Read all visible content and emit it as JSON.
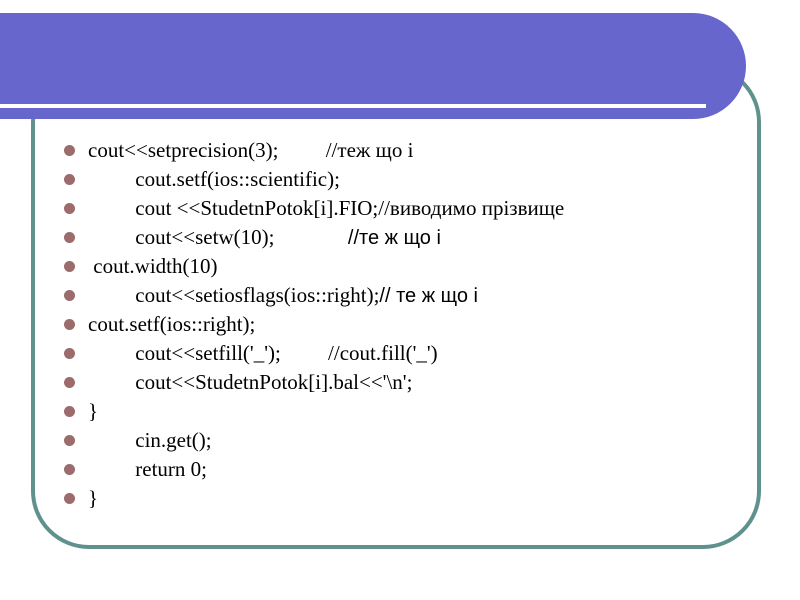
{
  "slide": {
    "type": "presentation-slide",
    "colors": {
      "header_band": "#6666cc",
      "header_underline": "#ffffff",
      "content_border": "#5f928d",
      "bullet": "#9c6b6b",
      "text": "#000000",
      "background": "#ffffff"
    },
    "code_lines": [
      {
        "code": "cout<<setprecision(3);         //теж що і"
      },
      {
        "code": "         cout.setf(ios::scientific);"
      },
      {
        "code": "         cout <<StudetnPotok[i].FIO;//виводимо прізвище"
      },
      {
        "code": "         cout<<setw(10);              ",
        "comment": "//те ж що і"
      },
      {
        "code": " cout.width(10)"
      },
      {
        "code": "         cout<<setiosflags(ios::right);",
        "comment": "// те ж що і"
      },
      {
        "code": "cout.setf(ios::right);"
      },
      {
        "code": "         cout<<setfill('_');         //cout.fill('_')"
      },
      {
        "code": "         cout<<StudetnPotok[i].bal<<'\\n';"
      },
      {
        "code": "}"
      },
      {
        "code": "         cin.get();"
      },
      {
        "code": "         return 0;"
      },
      {
        "code": "}"
      }
    ]
  }
}
